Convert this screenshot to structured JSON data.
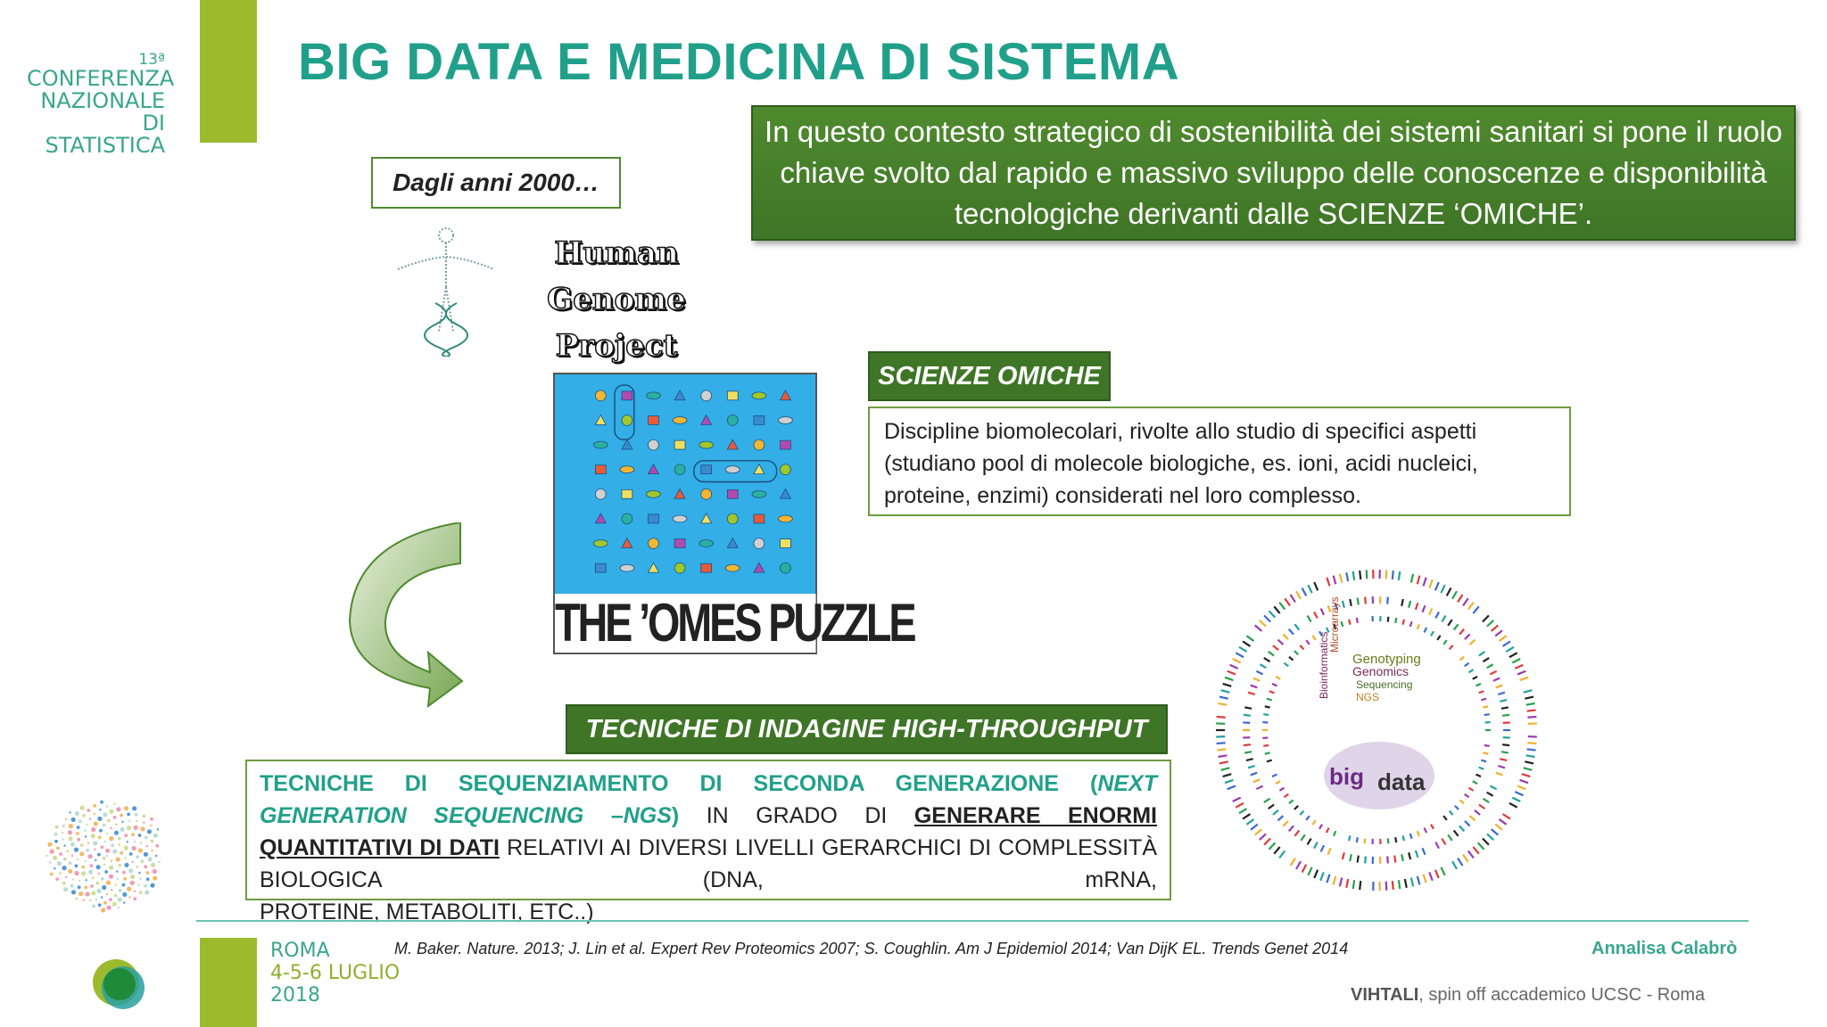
{
  "logo": {
    "ordinal": "13ª",
    "line1": "CONFERENZA",
    "line2": "NAZIONALE",
    "line3": "DI STATISTICA"
  },
  "title": "BIG DATA E MEDICINA DI SISTEMA",
  "intro": "In questo contesto strategico di sostenibilità dei sistemi sanitari  si pone il ruolo chiave svolto dal rapido e massivo sviluppo delle conoscenze e disponibilità tecnologiche derivanti dalle SCIENZE ‘OMICHE’.",
  "dagli": "Dagli anni 2000…",
  "hgp": {
    "line1": "Human Genome",
    "line2": "Project"
  },
  "omes_caption": "THE ’OMES PUZZLE",
  "omiche": {
    "label": "SCIENZE OMICHE",
    "text": "Discipline biomolecolari, rivolte allo studio di specifici aspetti (studiano pool di molecole biologiche, es. ioni, acidi nucleici, proteine, enzimi) considerati nel loro complesso."
  },
  "tecniche": {
    "label": "TECNICHE  DI INDAGINE HIGH-THROUGHPUT",
    "green_part1": "TECNICHE DI SEQUENZIAMENTO DI SECONDA GENERAZIONE (",
    "green_italic": "NEXT GENERATION SEQUENCING –NGS",
    "green_part2": ")",
    "plain1": " IN GRADO DI ",
    "underlined": "GENERARE ENORMI QUANTITATIVI DI DATI",
    "plain2": "RELATIVI AI DIVERSI LIVELLI GERARCHICI DI COMPLESSITÀ BIOLOGICA (DNA, mRNA,",
    "plain3": "PROTEINE, METABOLITI, ETC..)"
  },
  "wordcloud": {
    "words": [
      "Genotyping",
      "Genomics",
      "Sequencing",
      "Microarrays",
      "Bioinformatics",
      "NGS",
      "big",
      "data"
    ]
  },
  "footer": {
    "roma": "ROMA",
    "dates": "4-5-6 LUGLIO",
    "year": "2018",
    "refs": "M. Baker. Nature. 2013; J. Lin et al. Expert Rev Proteomics 2007; S. Coughlin. Am J Epidemiol 2014; Van DijK EL. Trends Genet 2014",
    "author": "Annalisa Calabrò",
    "affil_bold": "VIHTALI",
    "affil_rest": ", spin off accademico UCSC - Roma"
  },
  "colors": {
    "teal": "#20a08a",
    "green_dark": "#3f7527",
    "green_bar": "#9bbb2d",
    "puzzle_bg": "#33aee6"
  }
}
